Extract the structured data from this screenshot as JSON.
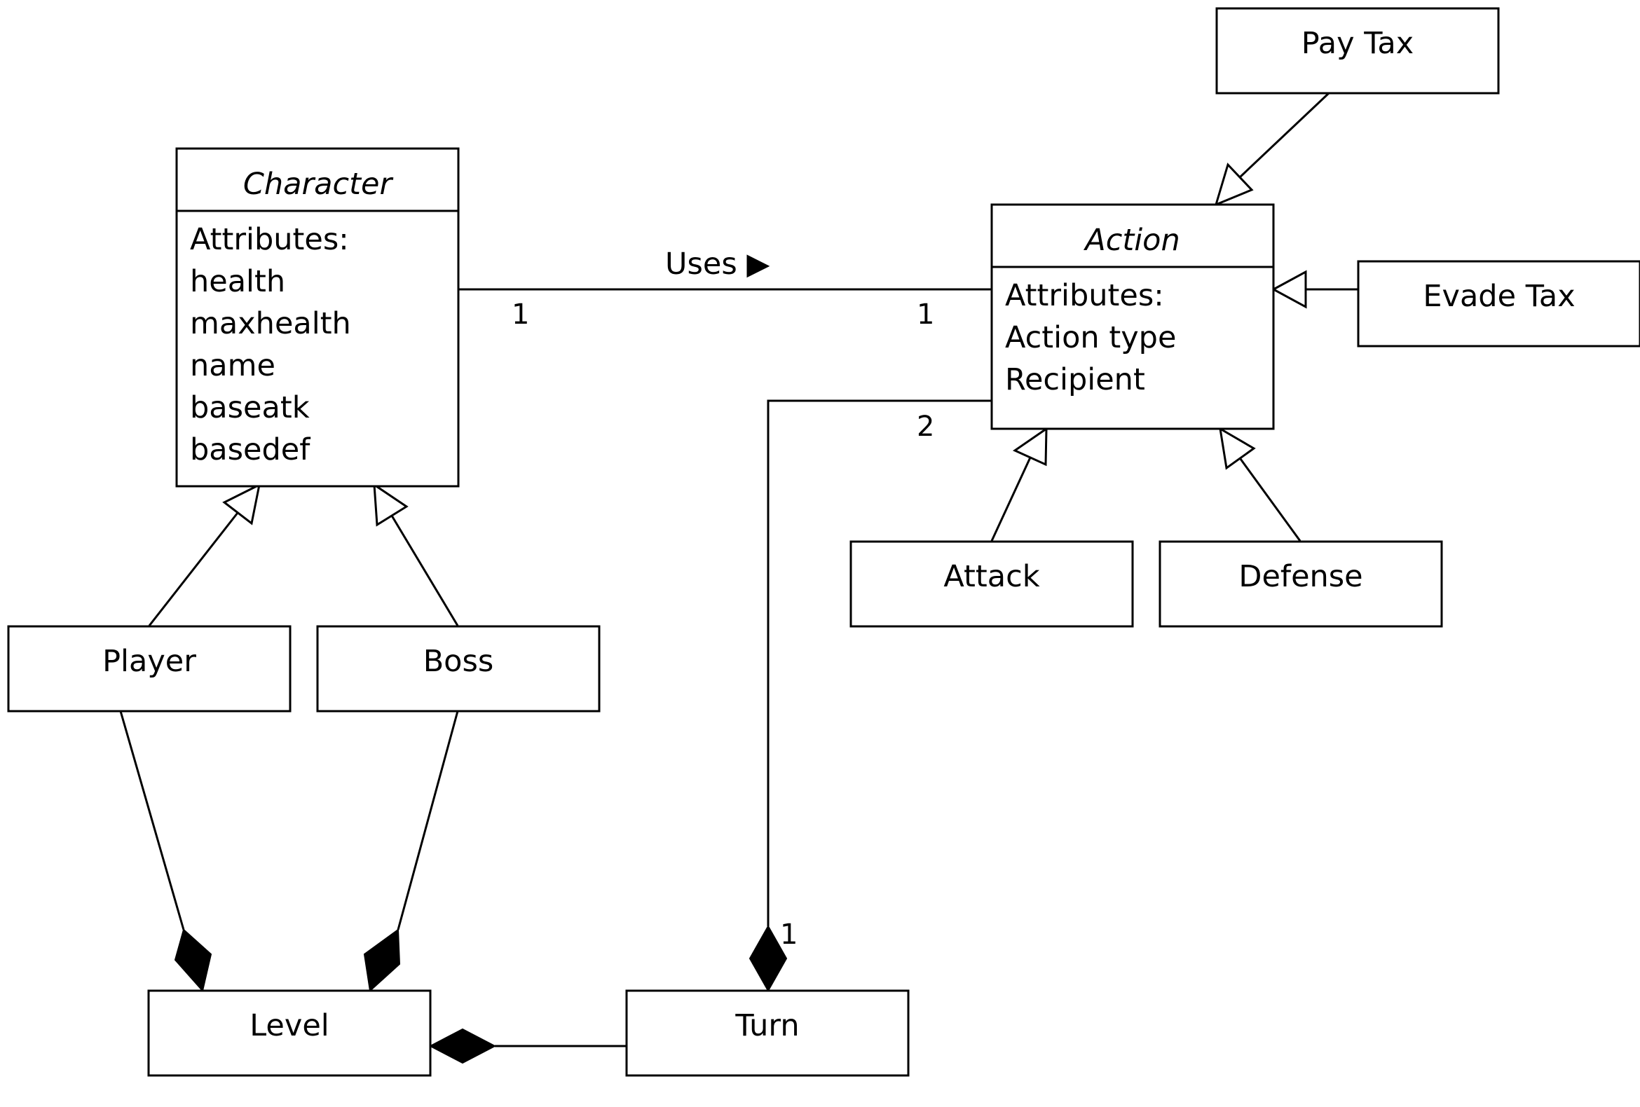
{
  "classes": {
    "character": {
      "title": "Character",
      "attributes": [
        "Attributes:",
        "health",
        "maxhealth",
        "name",
        "baseatk",
        "basedef"
      ]
    },
    "action": {
      "title": "Action",
      "attributes": [
        "Attributes:",
        "Action type",
        "Recipient"
      ]
    },
    "pay_tax": {
      "title": "Pay Tax"
    },
    "evade_tax": {
      "title": "Evade Tax"
    },
    "attack": {
      "title": "Attack"
    },
    "defense": {
      "title": "Defense"
    },
    "player": {
      "title": "Player"
    },
    "boss": {
      "title": "Boss"
    },
    "level": {
      "title": "Level"
    },
    "turn": {
      "title": "Turn"
    }
  },
  "associations": {
    "uses": {
      "label": "Uses ▶",
      "mult_character": "1",
      "mult_action": "1"
    },
    "turn_action": {
      "mult_action": "2",
      "mult_turn": "1"
    }
  },
  "colors": {
    "stroke": "#000000",
    "fill": "#ffffff",
    "background": "#ffffff"
  }
}
